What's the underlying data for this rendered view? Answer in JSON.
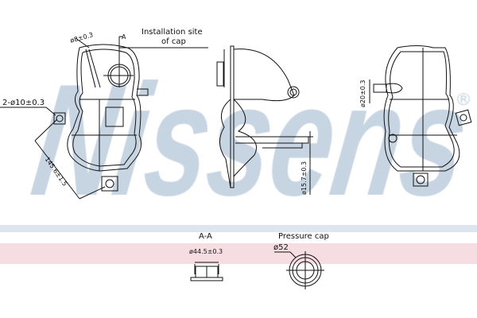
{
  "watermark": {
    "text": "Nissens",
    "registered_mark": "®"
  },
  "colors": {
    "watermark": "#c7d5e3",
    "band_blue": "#dde6ef",
    "band_pink": "#f6dde2",
    "lines": "#111111"
  },
  "front_view": {
    "callout_cap": "Installation site\nof cap",
    "callout_cap_line1": "Installation site",
    "callout_cap_line2": "of cap",
    "hose_diameter": "ø8±0.3",
    "mount_holes": "2-ø10±0.3",
    "hole_spacing": "145.6±1.5",
    "section_mark": "A"
  },
  "side_view": {
    "outlet_diameter": "ø15.7±0.3"
  },
  "rear_view": {
    "inlet_diameter": "ø20±0.3"
  },
  "section_view": {
    "title": "A-A",
    "diameter": "ø44.5±0.3"
  },
  "pressure_cap": {
    "title": "Pressure cap",
    "diameter": "ø52"
  }
}
